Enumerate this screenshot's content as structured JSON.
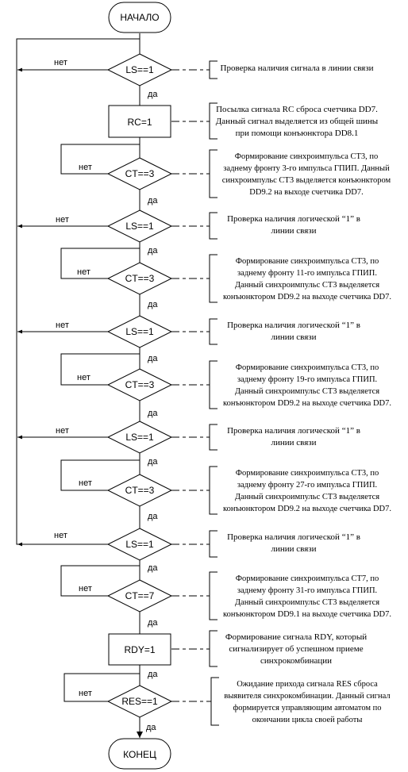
{
  "start_label": "НАЧАЛО",
  "end_label": "КОНЕЦ",
  "yes_label": "да",
  "no_label": "нет",
  "steps": [
    {
      "label": "LS==1",
      "comment": "Проверка наличия сигнала в линии связи"
    },
    {
      "label": "RC=1",
      "comment": "Посылка сигнала RC сброса счетчика DD7.\nДанный сигнал выделяется из общей шины\nпри помощи конъюнктора DD8.1"
    },
    {
      "label": "CT==3",
      "comment": "Формирование синхроимпульса CT3, по\nзаднему фронту 3-го импульса ГПИП. Данный\nсинхроимпульс CT3 выделяется конъюнктором\nDD9.2 на выходе счетчика DD7."
    },
    {
      "label": "LS==1",
      "comment": "Проверка наличия логической “1” в\nлинии связи"
    },
    {
      "label": "CT==3",
      "comment": "Формирование синхроимпульса CT3, по\nзаднему фронту 11-го импульса ГПИП.\nДанный синхроимпульс CT3 выделяется\nконъюнктором DD9.2 на выходе счетчика DD7."
    },
    {
      "label": "LS==1",
      "comment": "Проверка наличия логической “1” в\nлинии связи"
    },
    {
      "label": "CT==3",
      "comment": "Формирование синхроимпульса CT3, по\nзаднему фронту 19-го импульса ГПИП.\nДанный синхроимпульс CT3 выделяется\nконъюнктором DD9.2 на выходе счетчика DD7."
    },
    {
      "label": "LS==1",
      "comment": "Проверка наличия логической “1” в\nлинии связи"
    },
    {
      "label": "CT==3",
      "comment": "Формирование синхроимпульса CT3, по\nзаднему фронту 27-го импульса ГПИП.\nДанный синхроимпульс CT3 выделяется\nконъюнктором DD9.2 на выходе счетчика DD7."
    },
    {
      "label": "LS==1",
      "comment": "Проверка наличия логической “1” в\nлинии связи"
    },
    {
      "label": "CT==7",
      "comment": "Формирование синхроимпульса CT7, по\nзаднему фронту 31-го импульса ГПИП.\nДанный синхроимпульс CT3 выделяется\nконъюнктором DD9.1 на выходе счетчика DD7."
    },
    {
      "label": "RDY=1",
      "comment": "Формирование сигнала RDY, который\nсигнализирует об успешном приеме\nсинхрокомбинации"
    },
    {
      "label": "RES==1",
      "comment": "Ожидание прихода сигнала RES сброса\nвыявителя синхрокомбинации. Данный сигнал\nформируется управляющим автоматом по\nокончании цикла своей работы"
    }
  ]
}
